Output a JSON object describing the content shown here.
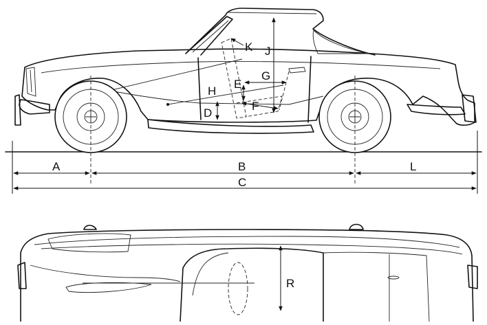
{
  "diagram": {
    "labels": {
      "a": "A",
      "b": "B",
      "c": "C",
      "d": "D",
      "e": "E",
      "f": "F",
      "g": "G",
      "h": "H",
      "j": "J",
      "k": "K",
      "l": "L",
      "r": "R"
    },
    "colors": {
      "ink": "#111111",
      "paper": "#ffffff"
    }
  }
}
